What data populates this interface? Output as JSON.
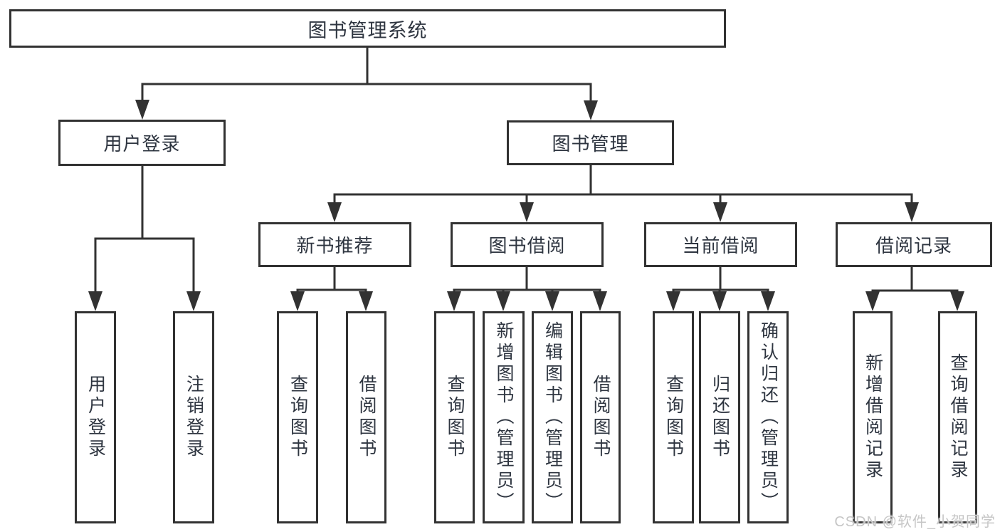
{
  "diagram": {
    "type": "tree-structure-diagram",
    "title": "图书管理系统"
  },
  "nodes": {
    "root": {
      "label": "图书管理系统"
    },
    "user_login": {
      "label": "用户登录"
    },
    "book_management": {
      "label": "图书管理"
    },
    "new_book_recommend": {
      "label": "新书推荐"
    },
    "book_borrowing": {
      "label": "图书借阅"
    },
    "current_borrowing": {
      "label": "当前借阅"
    },
    "borrowing_records": {
      "label": "借阅记录"
    },
    "leaf_user_login": {
      "label": "用户登录"
    },
    "leaf_logout": {
      "label": "注销登录"
    },
    "leaf_query_book_recommend": {
      "label": "查询图书"
    },
    "leaf_borrow_book_recommend": {
      "label": "借阅图书"
    },
    "leaf_query_book_borrowing": {
      "label": "查询图书"
    },
    "leaf_add_book_admin": {
      "label": "新增图书（管理员）"
    },
    "leaf_edit_book_admin": {
      "label": "编辑图书（管理员）"
    },
    "leaf_borrow_book_borrowing": {
      "label": "借阅图书"
    },
    "leaf_query_book_current": {
      "label": "查询图书"
    },
    "leaf_return_book": {
      "label": "归还图书"
    },
    "leaf_confirm_return_admin": {
      "label": "确认归还（管理员）"
    },
    "leaf_add_borrow_record": {
      "label": "新增借阅记录"
    },
    "leaf_query_borrow_record": {
      "label": "查询借阅记录"
    }
  },
  "hierarchy": {
    "root": [
      "user_login",
      "book_management"
    ],
    "user_login": [
      "leaf_user_login",
      "leaf_logout"
    ],
    "book_management": [
      "new_book_recommend",
      "book_borrowing",
      "current_borrowing",
      "borrowing_records"
    ],
    "new_book_recommend": [
      "leaf_query_book_recommend",
      "leaf_borrow_book_recommend"
    ],
    "book_borrowing": [
      "leaf_query_book_borrowing",
      "leaf_add_book_admin",
      "leaf_edit_book_admin",
      "leaf_borrow_book_borrowing"
    ],
    "current_borrowing": [
      "leaf_query_book_current",
      "leaf_return_book",
      "leaf_confirm_return_admin"
    ],
    "borrowing_records": [
      "leaf_add_borrow_record",
      "leaf_query_borrow_record"
    ]
  },
  "watermark": {
    "text": "CSDN @软件_小贺同学"
  },
  "colors": {
    "line": "#323232",
    "text": "#2e3540",
    "watermark": "#c6c6c6",
    "background": "#ffffff"
  }
}
